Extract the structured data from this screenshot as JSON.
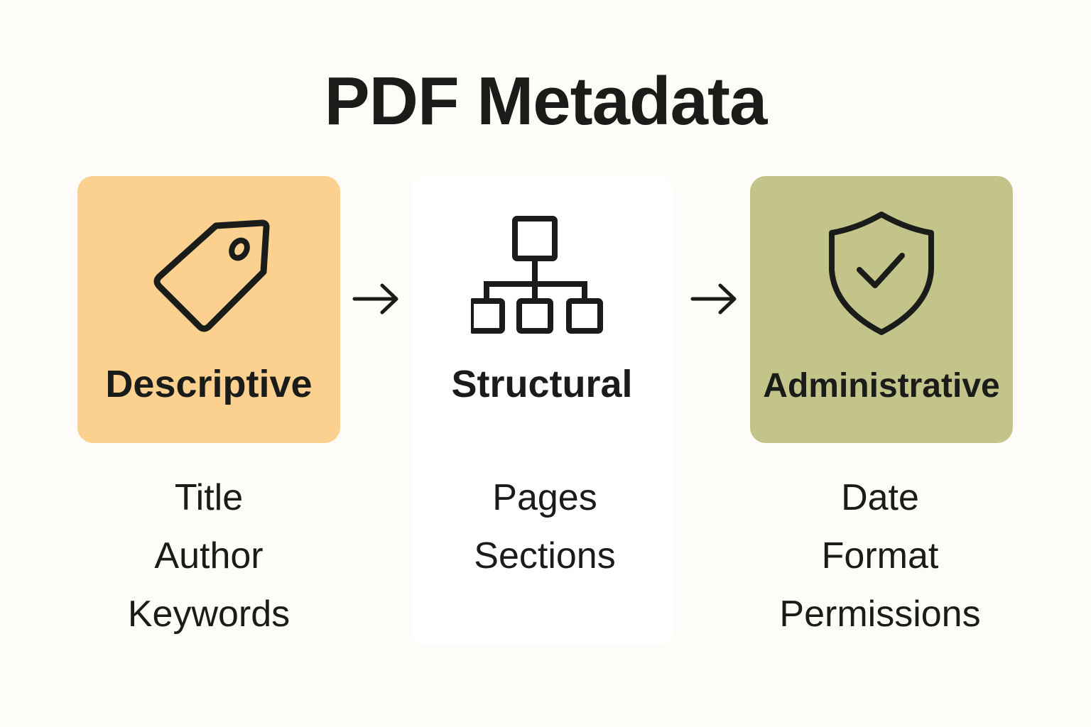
{
  "title": "PDF Metadata",
  "categories": [
    {
      "label": "Descriptive",
      "icon": "tag-icon",
      "color": "#fcd08f",
      "items": [
        "Title",
        "Author",
        "Keywords"
      ]
    },
    {
      "label": "Structural",
      "icon": "hierarchy-icon",
      "color": "#ffffff",
      "items": [
        "Pages",
        "Sections"
      ]
    },
    {
      "label": "Administrative",
      "icon": "shield-check-icon",
      "color": "#c2c48a",
      "items": [
        "Date",
        "Format",
        "Permissions"
      ]
    }
  ]
}
